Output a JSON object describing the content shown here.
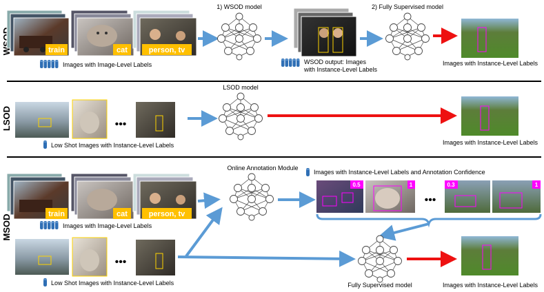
{
  "sections": {
    "wsod": {
      "side_label": "WSOD",
      "model1_title": "1) WSOD model",
      "model2_title": "2) Fully Supervised model",
      "image_labels": [
        "train",
        "cat",
        "person, tv"
      ],
      "dataset_caption": "Images with Image-Level Labels",
      "wsod_output_line1": "WSOD output: Images",
      "wsod_output_line2": "with Instance-Level Labels",
      "result_caption": "Images with Instance-Level Labels"
    },
    "lsod": {
      "side_label": "LSOD",
      "model_title": "LSOD model",
      "ellipsis": "•••",
      "dataset_caption": "Low Shot Images with Instance-Level Labels",
      "result_caption": "Images with Instance-Level Labels"
    },
    "msod": {
      "side_label": "MSOD",
      "module_title": "Online Annotation Module",
      "confidence_caption": "Images with Instance-Level Labels and Annotation Confidence",
      "confidence_badges": [
        "0.5",
        "1",
        "0.3",
        "1"
      ],
      "image_labels": [
        "train",
        "cat",
        "person, tv"
      ],
      "dataset_caption": "Images with Image-Level Labels",
      "lowshot_caption": "Low Shot Images with Instance-Level Labels",
      "ellipsis": "•••",
      "fs_model_title": "Fully Supervised model",
      "result_caption": "Images with Instance-Level Labels"
    }
  },
  "colors": {
    "arrow_blue": "#5b9bd5",
    "arrow_red": "#ee1111",
    "label_bg": "#ffc000",
    "box_magenta": "#ff00ff",
    "db_blue": "#2f6fb5"
  }
}
